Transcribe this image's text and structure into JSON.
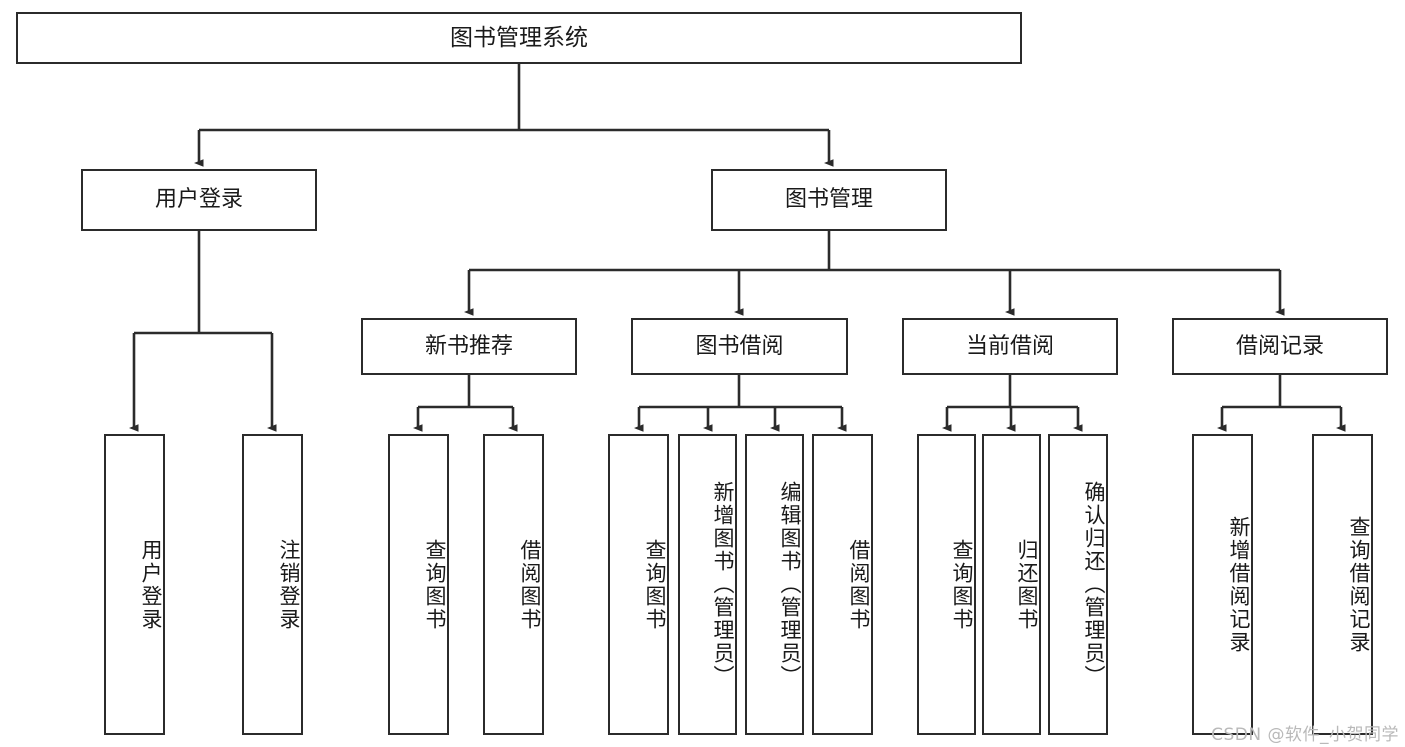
{
  "diagram": {
    "title": "图书管理系统",
    "type": "tree-hierarchy",
    "background_color": "#ffffff",
    "line_color": "#2b2b2b",
    "text_color": "#1a1a1a"
  },
  "root": {
    "label": "图书管理系统"
  },
  "level2": [
    {
      "label": "用户登录"
    },
    {
      "label": "图书管理"
    }
  ],
  "level3": [
    {
      "label": "新书推荐"
    },
    {
      "label": "图书借阅"
    },
    {
      "label": "当前借阅"
    },
    {
      "label": "借阅记录"
    }
  ],
  "leaves": {
    "user_login": [
      {
        "label": "用户登录"
      },
      {
        "label": "注销登录"
      }
    ],
    "new_book_recommend": [
      {
        "label": "查询图书"
      },
      {
        "label": "借阅图书"
      }
    ],
    "book_borrow": [
      {
        "label": "查询图书"
      },
      {
        "label": "新增图书（管理员）"
      },
      {
        "label": "编辑图书（管理员）"
      },
      {
        "label": "借阅图书"
      }
    ],
    "current_borrow": [
      {
        "label": "查询图书"
      },
      {
        "label": "归还图书"
      },
      {
        "label": "确认归还（管理员）"
      }
    ],
    "borrow_record": [
      {
        "label": "新增借阅记录"
      },
      {
        "label": "查询借阅记录"
      }
    ]
  },
  "watermark": {
    "text": "CSDN @软件_小贺同学"
  }
}
